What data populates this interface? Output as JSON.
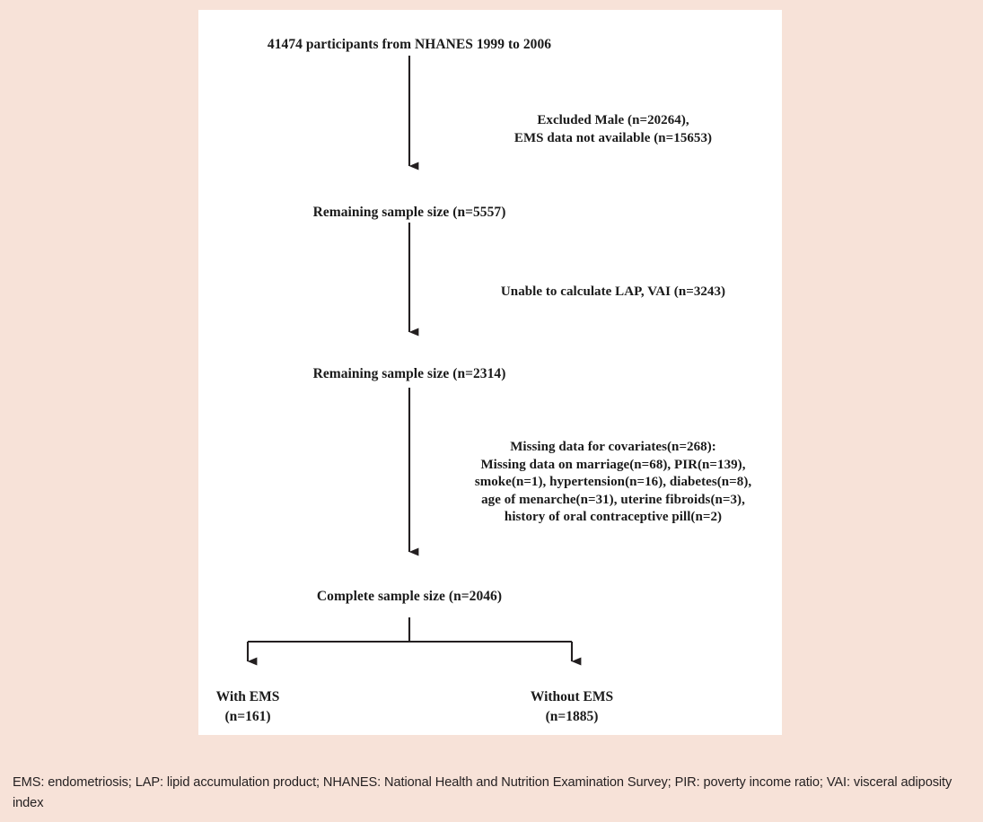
{
  "figure": {
    "type": "flowchart",
    "title": "NHANES participant selection flow diagram",
    "background_color": "#f7e2d8",
    "panel_color": "#ffffff",
    "line_color": "#231f20"
  },
  "flow": {
    "nodes": [
      {
        "id": "source",
        "role": "start",
        "text": "41474 participants from NHANES 1999 to 2006",
        "count": 41474
      },
      {
        "id": "remaining1",
        "role": "step",
        "text": "Remaining sample size (n=5557)",
        "count": 5557
      },
      {
        "id": "remaining2",
        "role": "step",
        "text": "Remaining sample size (n=2314)",
        "count": 2314
      },
      {
        "id": "complete",
        "role": "step",
        "text": "Complete sample size (n=2046)",
        "count": 2046
      }
    ],
    "exclusions": [
      {
        "id": "exclusion1",
        "lines": [
          "Excluded Male (n=20264),",
          "EMS data not available (n=15653)"
        ],
        "counts": [
          20264,
          15653
        ]
      },
      {
        "id": "exclusion2",
        "lines": [
          "Unable to calculate LAP, VAI (n=3243)"
        ],
        "counts": [
          3243
        ]
      },
      {
        "id": "exclusion3",
        "lines": [
          "Missing data for covariates(n=268):",
          "Missing data on marriage(n=68), PIR(n=139),",
          "smoke(n=1), hypertension(n=16), diabetes(n=8),",
          "age of menarche(n=31), uterine fibroids(n=3),",
          "history of oral contraceptive pill(n=2)"
        ],
        "counts": [
          268,
          68,
          139,
          1,
          16,
          8,
          31,
          3,
          2
        ]
      }
    ],
    "outcomes": [
      {
        "id": "with-ems",
        "label": "With EMS",
        "count_text": "(n=161)",
        "count": 161
      },
      {
        "id": "without-ems",
        "label": "Without EMS",
        "count_text": "(n=1885)",
        "count": 1885
      }
    ]
  },
  "caption": {
    "text": "EMS: endometriosis; LAP: lipid accumulation product; NHANES: National Health and Nutrition Examination Survey; PIR: poverty income ratio; VAI: visceral adiposity index"
  }
}
